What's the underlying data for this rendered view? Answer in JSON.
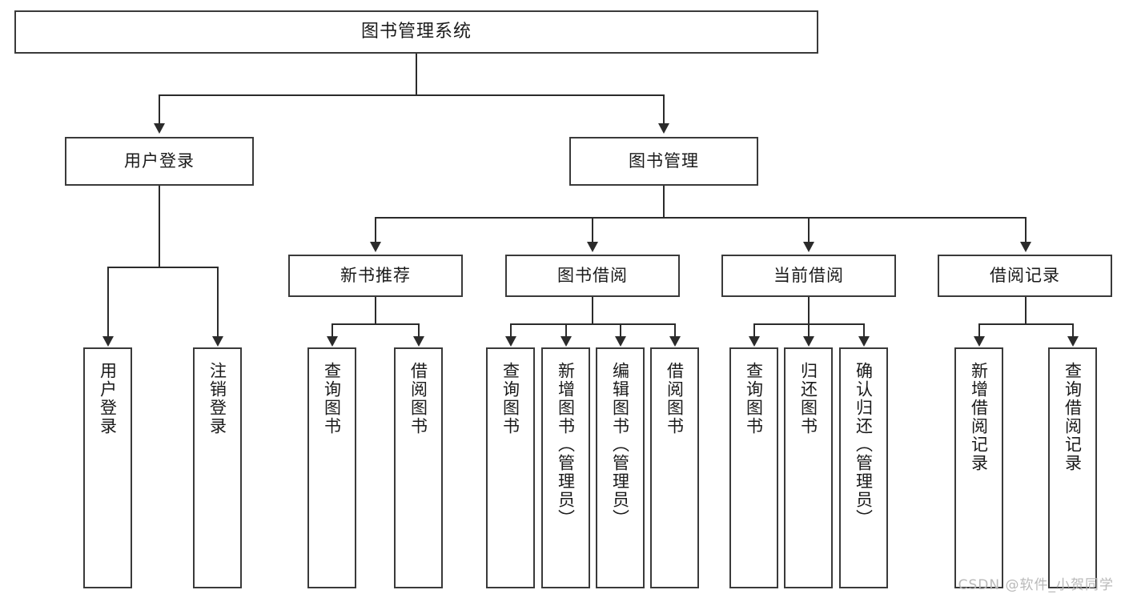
{
  "diagram": {
    "title": "图书管理系统",
    "type": "tree",
    "root": {
      "id": "root",
      "label": "图书管理系统",
      "orientation": "horizontal"
    },
    "level2": [
      {
        "id": "user-login",
        "label": "用户登录",
        "orientation": "horizontal"
      },
      {
        "id": "book-manage",
        "label": "图书管理",
        "orientation": "horizontal"
      }
    ],
    "level3": [
      {
        "id": "new-book-recommend",
        "label": "新书推荐",
        "orientation": "horizontal",
        "parent": "book-manage"
      },
      {
        "id": "book-borrow",
        "label": "图书借阅",
        "orientation": "horizontal",
        "parent": "book-manage"
      },
      {
        "id": "current-borrow",
        "label": "当前借阅",
        "orientation": "horizontal",
        "parent": "book-manage"
      },
      {
        "id": "borrow-record",
        "label": "借阅记录",
        "orientation": "horizontal",
        "parent": "book-manage"
      }
    ],
    "leaves": {
      "user_login": [
        {
          "id": "leaf-user-login",
          "label": "用户登录"
        },
        {
          "id": "leaf-user-logout",
          "label": "注销登录"
        }
      ],
      "new_book_recommend": [
        {
          "id": "leaf-query-book-1",
          "label": "查询图书"
        },
        {
          "id": "leaf-borrow-book-1",
          "label": "借阅图书"
        }
      ],
      "book_borrow": [
        {
          "id": "leaf-query-book-2",
          "label": "查询图书"
        },
        {
          "id": "leaf-add-book",
          "label": "新增图书（管理员）"
        },
        {
          "id": "leaf-edit-book",
          "label": "编辑图书（管理员）"
        },
        {
          "id": "leaf-borrow-book-2",
          "label": "借阅图书"
        }
      ],
      "current_borrow": [
        {
          "id": "leaf-query-book-3",
          "label": "查询图书"
        },
        {
          "id": "leaf-return-book",
          "label": "归还图书"
        },
        {
          "id": "leaf-confirm-return",
          "label": "确认归还（管理员）"
        }
      ],
      "borrow_record": [
        {
          "id": "leaf-add-record",
          "label": "新增借阅记录"
        },
        {
          "id": "leaf-query-record",
          "label": "查询借阅记录"
        }
      ]
    }
  },
  "watermark": {
    "text": "CSDN @软件_小贺同学"
  },
  "colors": {
    "box_border": "#3a3a3a",
    "connector": "#2b2b2b",
    "background": "#ffffff",
    "text": "#1a1a1a",
    "watermark": "#b9b9b9"
  }
}
